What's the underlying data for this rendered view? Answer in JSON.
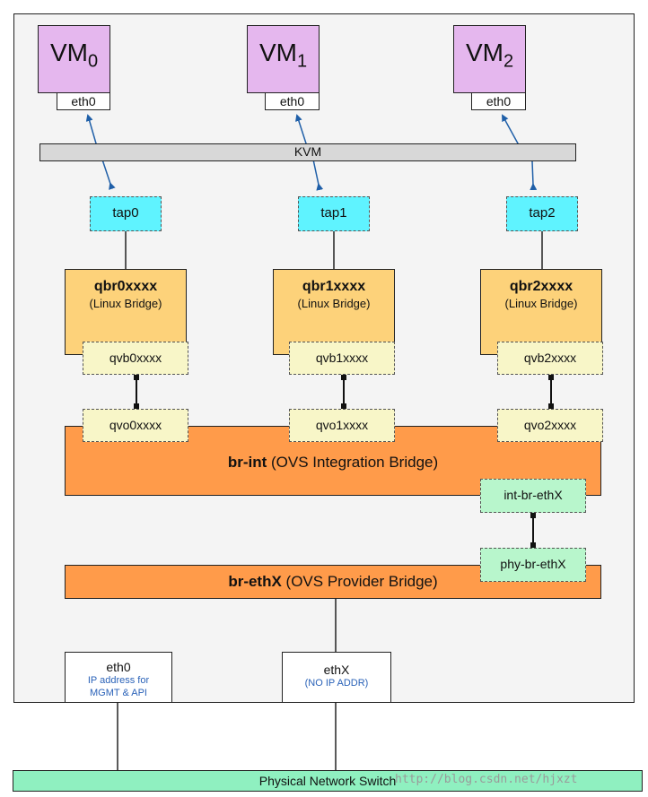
{
  "vms": [
    {
      "label": "VM",
      "sub": "0",
      "eth": "eth0"
    },
    {
      "label": "VM",
      "sub": "1",
      "eth": "eth0"
    },
    {
      "label": "VM",
      "sub": "2",
      "eth": "eth0"
    }
  ],
  "kvm": "KVM",
  "taps": [
    "tap0",
    "tap1",
    "tap2"
  ],
  "qbr": [
    {
      "name": "qbr0xxxx",
      "sub": "(Linux Bridge)",
      "qvb": "qvb0xxxx",
      "qvo": "qvo0xxxx"
    },
    {
      "name": "qbr1xxxx",
      "sub": "(Linux Bridge)",
      "qvb": "qvb1xxxx",
      "qvo": "qvo1xxxx"
    },
    {
      "name": "qbr2xxxx",
      "sub": "(Linux Bridge)",
      "qvb": "qvb2xxxx",
      "qvo": "qvo2xxxx"
    }
  ],
  "br_int": {
    "name": "br-int",
    "desc": "(OVS Integration Bridge)",
    "port": "int-br-ethX"
  },
  "br_ethx": {
    "name": "br-ethX",
    "desc": "(OVS Provider Bridge)",
    "port": "phy-br-ethX"
  },
  "nics": [
    {
      "name": "eth0",
      "note1": "IP address for",
      "note2": "MGMT & API"
    },
    {
      "name": "ethX",
      "note1": "(NO IP ADDR)",
      "note2": ""
    }
  ],
  "switch": "Physical Network Switch",
  "watermark": "http://blog.csdn.net/hjxzt",
  "colors": {
    "vm": "#e5b7ee",
    "tap": "#5ff3ff",
    "linux_bridge": "#fdd27a",
    "veth_port": "#f8f6c8",
    "ovs_bridge": "#ff9b4a",
    "patch_port": "#b8f6cc",
    "switch": "#8ff0c0",
    "arrow": "#1f5fa8"
  }
}
